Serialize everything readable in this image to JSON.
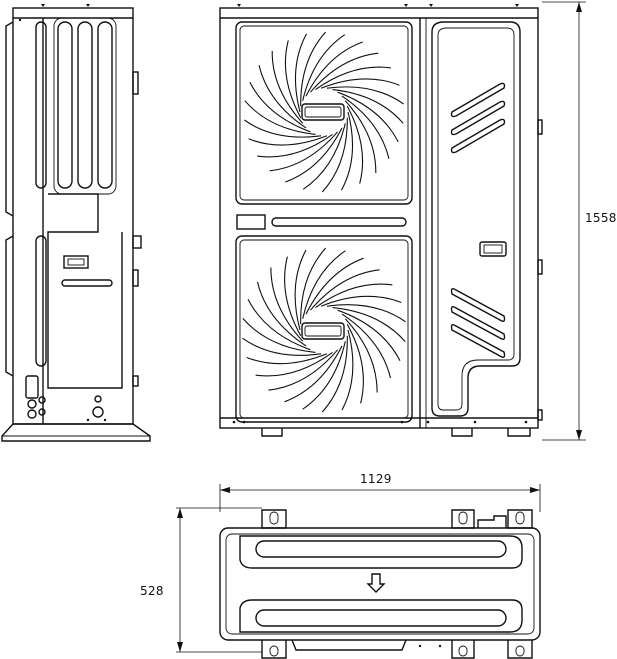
{
  "dimensions": {
    "height": "1558",
    "width": "1129",
    "depth": "528"
  },
  "views": [
    {
      "name": "side-view",
      "icon": "side-elevation-drawing"
    },
    {
      "name": "front-view",
      "icon": "front-elevation-drawing"
    },
    {
      "name": "top-view",
      "icon": "plan-view-drawing"
    }
  ],
  "colors": {
    "line": "#111111",
    "background": "#ffffff"
  }
}
